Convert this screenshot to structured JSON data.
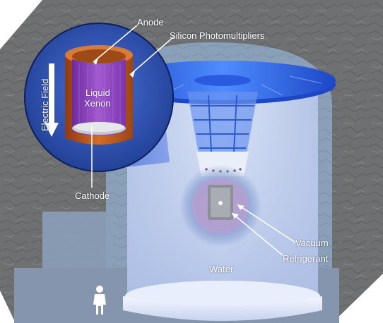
{
  "labels": {
    "anode": "Anode",
    "silicon_photomultipliers": "Silicon Photomultipliers",
    "liquid": "Liquid",
    "xenon": "Xenon",
    "electric_field": "Electric Field",
    "cathode": "Cathode",
    "vacuum": "Vacuum",
    "refrigerant": "Refrigerant",
    "water": "Water"
  },
  "colors": {
    "rock": "#6e6f70",
    "water_tank": "#b9c6e6",
    "anode_copper": "#b8561c",
    "xenon_purple": "#8b3fb5",
    "photomultiplier_blue": "#3a78ff",
    "inset_background": "#2e4fa8"
  },
  "icons": [
    "person-icon",
    "electric-field-arrow-icon"
  ]
}
